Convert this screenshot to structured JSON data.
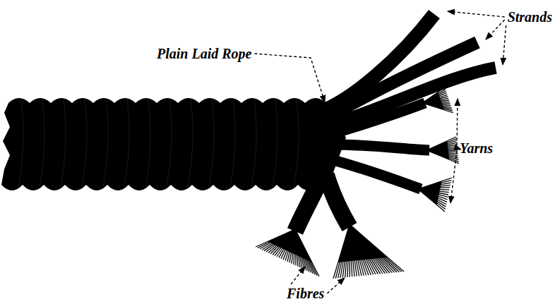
{
  "diagram": {
    "labels": [
      "Strands",
      "Plain Laid Rope",
      "Yarns",
      "Fibres"
    ]
  }
}
